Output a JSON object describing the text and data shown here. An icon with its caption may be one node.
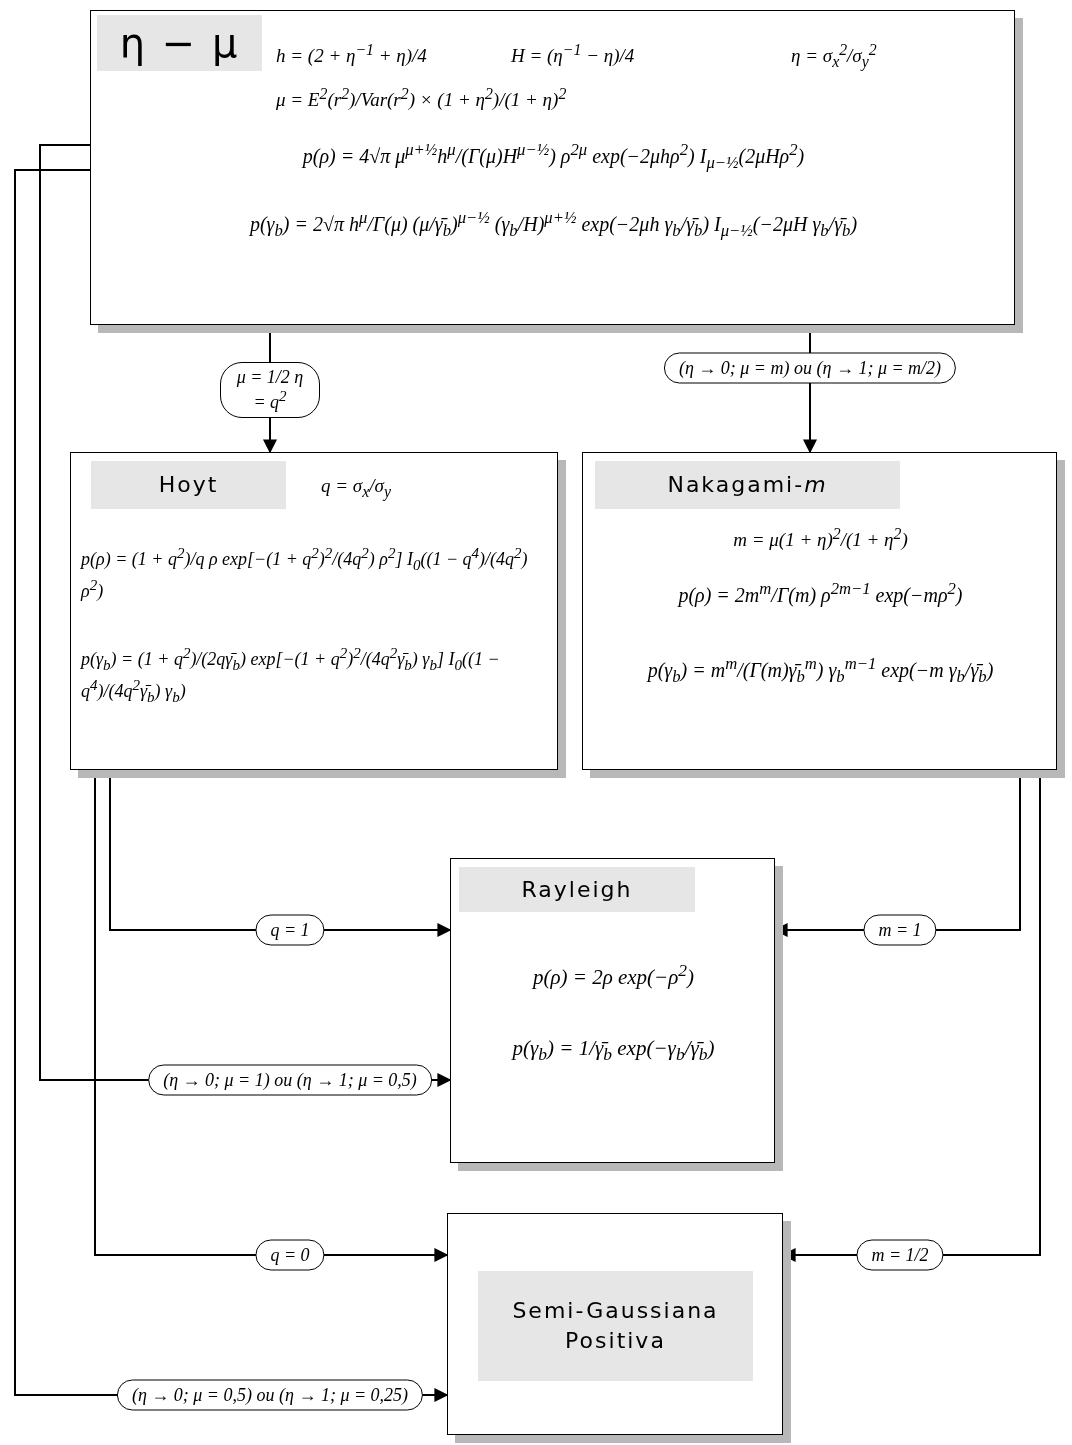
{
  "diagram": {
    "nodes": [
      {
        "text": [
          "η − μ",
          "h = (2 + η$^{−1}$ + η)/4",
          "H = (η$^{−1}$ − η)/4",
          "η = σ$_{x}$$^{2}$/σ$_{y}$$^{2}$",
          "μ = E$^{2}$(r$^{2}$)/Var(r$^{2}$) × (1 + η$^{2}$)/(1 + η)$^{2}$",
          "p(ρ) = 4√π μ$^{μ+½}$h$^{μ}$/(Γ(μ)H$^{μ−½}$) ρ$^{2μ}$ exp(−2μhρ$^{2}$) I$_{μ−½}$(2μHρ$^{2}$)",
          "p(γ$_{b}$) = 2√π h$^{μ}$/Γ(μ) (μ/γ̄$_{b}$)$^{μ−½}$ (γ$_{b}$/H)$^{μ+½}$ exp(−2μh γ$_{b}$/γ̄$_{b}$) I$_{μ−½}$(−2μH γ$_{b}$/γ̄$_{b}$)"
        ]
      },
      {
        "text": [
          "Hoyt",
          "q = σ$_{x}$/σ$_{y}$",
          "p(ρ) = (1 + q$^{2}$)/q ρ exp[−(1 + q$^{2}$)$^{2}$/(4q$^{2}$) ρ$^{2}$] I$_{0}$((1 − q$^{4}$)/(4q$^{2}$) ρ$^{2}$)",
          "p(γ$_{b}$) = (1 + q$^{2}$)/(2qγ̄$_{b}$) exp[−(1 + q$^{2}$)$^{2}$/(4q$^{2}$γ̄$_{b}$) γ$_{b}$] I$_{0}$((1 − q$^{4}$)/(4q$^{2}$γ̄$_{b}$) γ$_{b}$)"
        ]
      },
      {
        "text": [
          "Nakagami-*m*",
          "m = μ(1 + η)$^{2}$/(1 + η$^{2}$)",
          "p(ρ) = 2m$^{m}$/Γ(m) ρ$^{2m−1}$ exp(−mρ$^{2}$)",
          "p(γ$_{b}$) = m$^{m}$/(Γ(m)γ̄$_{b}$$^{m}$) γ$_{b}$$^{m−1}$ exp(−m γ$_{b}$/γ̄$_{b}$)"
        ]
      },
      {
        "text": [
          "Rayleigh",
          "p(ρ) = 2ρ exp(−ρ$^{2}$)",
          "p(γ$_{b}$) = 1/γ̄$_{b}$ *exp*(−γ$_{b}$/γ̄$_{b}$)"
        ]
      },
      {
        "text": [
          "Semi-Gaussiana Positiva"
        ]
      }
    ],
    "edges": [
      {
        "from": 0,
        "to": 1,
        "arrow": "to",
        "label": "μ = 1/2 η = q$^{2}$"
      },
      {
        "from": 0,
        "to": 2,
        "arrow": "to",
        "label": "(η → 0; μ = m) ou (η → 1; μ = m/2)"
      },
      {
        "from": 1,
        "to": 3,
        "arrow": "to",
        "label": "q = 1"
      },
      {
        "from": 0,
        "to": 3,
        "arrow": "to",
        "label": "(η → 0; μ = 1) ou (η → 1; μ = 0,5)"
      },
      {
        "from": 1,
        "to": 4,
        "arrow": "to",
        "label": "q = 0"
      },
      {
        "from": 0,
        "to": 4,
        "arrow": "to",
        "label": "(η → 0; μ = 0,5) ou (η → 1; μ = 0,25)"
      },
      {
        "from": 2,
        "to": 3,
        "arrow": "to",
        "label": "m = 1"
      },
      {
        "from": 2,
        "to": 4,
        "arrow": "to",
        "label": "m = 1/2"
      }
    ]
  }
}
